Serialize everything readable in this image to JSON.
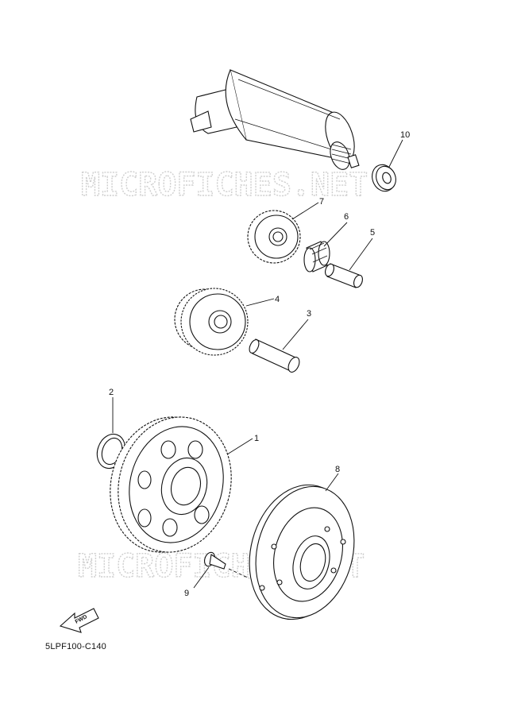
{
  "watermarks": [
    "MICROFICHES.NET",
    "MICROFICHES.NET"
  ],
  "callouts": {
    "p1": "1",
    "p2": "2",
    "p3": "3",
    "p4": "4",
    "p5": "5",
    "p6": "6",
    "p7": "7",
    "p8": "8",
    "p9": "9",
    "p10": "10"
  },
  "direction_badge": "FWD",
  "diagram_code": "5LPF100-C140",
  "colors": {
    "ink": "#111111",
    "watermark": "#cfcfcf",
    "background": "#ffffff"
  }
}
